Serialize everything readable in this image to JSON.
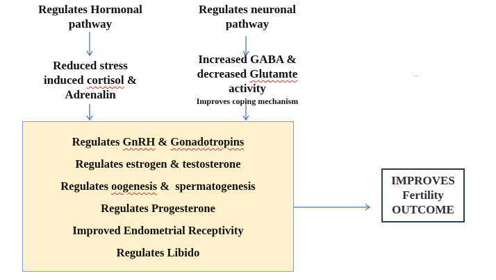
{
  "diagram": {
    "left_branch": {
      "top": [
        "Regulates Hormonal",
        "pathway"
      ],
      "mid": [
        "Reduced stress",
        "induced ",
        "cortisol",
        " &",
        "Adrenalin"
      ]
    },
    "right_branch": {
      "top": [
        "Regulates neuronal",
        "pathway"
      ],
      "mid": [
        "Increased GABA &",
        "decreased ",
        "Glutamte",
        "activity"
      ],
      "note": "Improves coping mechanism"
    },
    "main_box": {
      "lines": [
        [
          "Regulates ",
          "GnRH",
          " & ",
          "Gonadotropins"
        ],
        [
          "Regulates estrogen & testosterone"
        ],
        [
          "Regulates ",
          "oogenesis",
          " &  spermatogenesis"
        ],
        [
          "Regulates Progesterone"
        ],
        [
          "Improved Endometrial Receptivity"
        ],
        [
          "Regulates Libido"
        ]
      ],
      "fill_color": "#fff2cc",
      "border_color": "#7a9fd0"
    },
    "outcome_box": {
      "lines": [
        "IMPROVES",
        "Fertility",
        "OUTCOME"
      ],
      "border_color": "#2e3b5a"
    },
    "arrow_color": "#4472c4"
  }
}
